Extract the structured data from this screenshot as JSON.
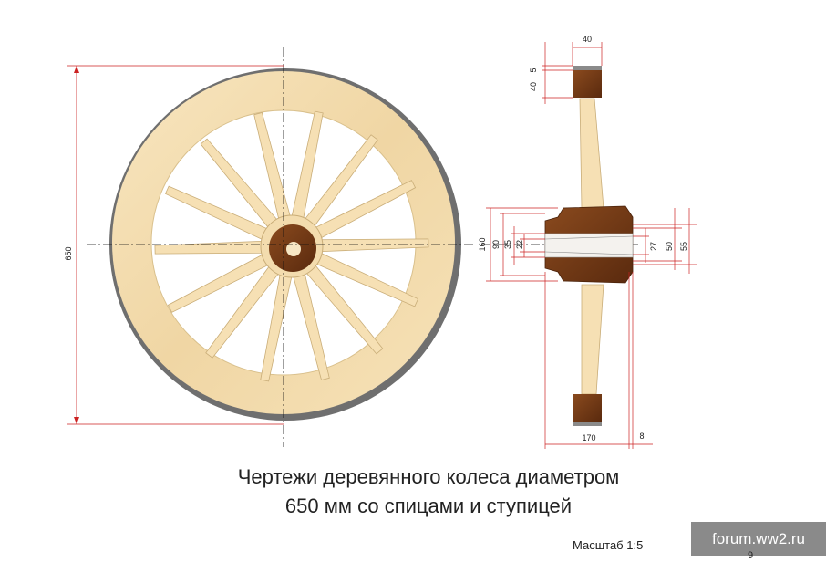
{
  "caption": {
    "line1": "Чертежи деревянного колеса диаметром",
    "line2": "650 мм со спицами и ступицей"
  },
  "scale_label": "Масштаб 1:5",
  "page_number": "9",
  "watermark": "forum.ww2.ru",
  "dimensions": {
    "wheel_diameter": "650",
    "rim_width": "40",
    "rim_offset": "5",
    "rim_height": "40",
    "hub_d160": "160",
    "hub_d90": "90",
    "hub_d35": "35",
    "hub_d22": "22",
    "hub_d27": "27",
    "hub_d50": "50",
    "hub_d55": "55",
    "hub_length": "170",
    "hub_gap": "8"
  },
  "colors": {
    "rim_wood": "#f3dcae",
    "rim_iron": "#6f6f6f",
    "spoke_wood": "#f6e0b4",
    "hub_wood": "#6b3514",
    "dimension_line": "#cc2222",
    "axis_line": "#111111"
  }
}
